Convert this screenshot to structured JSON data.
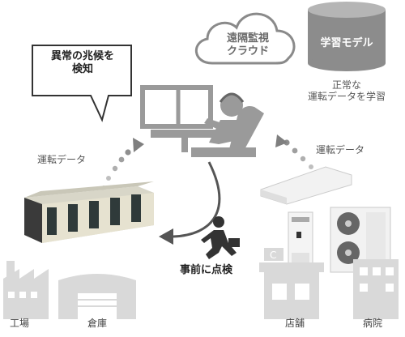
{
  "diagram": {
    "anomaly_bubble": [
      "異常の兆候を",
      "検知"
    ],
    "cloud_label": [
      "遠隔監視",
      "クラウド"
    ],
    "learning_model_label": "学習モデル",
    "learning_desc": [
      "正常な",
      "運転データを学習"
    ],
    "data_label_left": "運転データ",
    "data_label_right": "運転データ",
    "inspection_label": "事前に点検",
    "locations": {
      "factory": "工場",
      "warehouse": "倉庫",
      "store": "店舗",
      "hospital": "病院"
    },
    "colors": {
      "gray_dark": "#7f7f7f",
      "gray_mid": "#a6a6a6",
      "gray_light": "#d9d9d9",
      "cylinder": "#8c8c8c",
      "bubble_border": "#333333"
    }
  }
}
